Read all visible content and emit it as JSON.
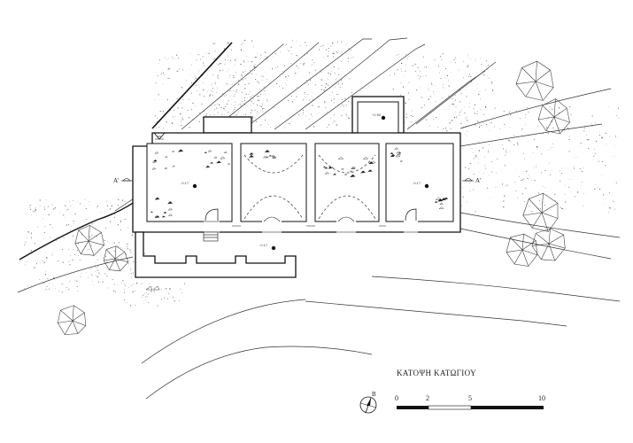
{
  "drawing": {
    "title": "ΚΑΤΟΨΗ ΚΑΤΩΓΙΟΥ",
    "section_left": "A'",
    "section_right": "A'",
    "north_letter": "Β",
    "scale_labels": [
      "0",
      "2",
      "5",
      "10"
    ],
    "level_labels": {
      "tower": "+1.65",
      "room1": "-0.17",
      "room4": "-0.17",
      "front": "-0.17"
    }
  }
}
